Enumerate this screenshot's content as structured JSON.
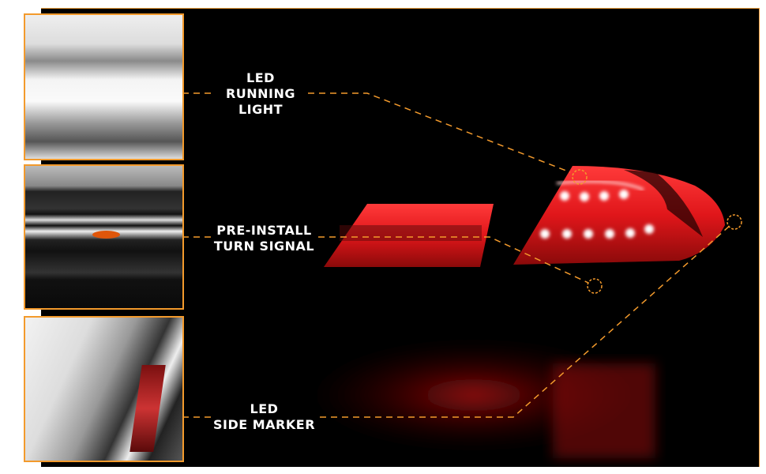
{
  "labels": {
    "running_light": [
      "LED",
      "RUNNING",
      "LIGHT"
    ],
    "turn_signal": [
      "PRE-INSTALL",
      "TURN SIGNAL"
    ],
    "side_marker": [
      "LED",
      "SIDE MARKER"
    ]
  },
  "colors": {
    "accent": "#f39a2c",
    "background": "#000000",
    "light_red": "#e0161a"
  }
}
